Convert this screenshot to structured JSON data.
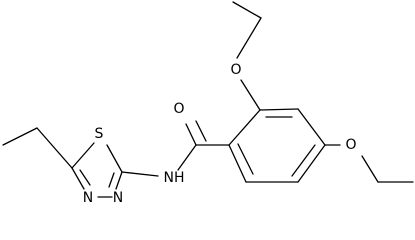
{
  "molecule": {
    "atoms": {
      "o_top": "O",
      "o_carbonyl": "O",
      "o_right": "O",
      "nh": "NH",
      "s_ring": "S",
      "n_ring_left": "N",
      "n_ring_right": "N"
    }
  }
}
